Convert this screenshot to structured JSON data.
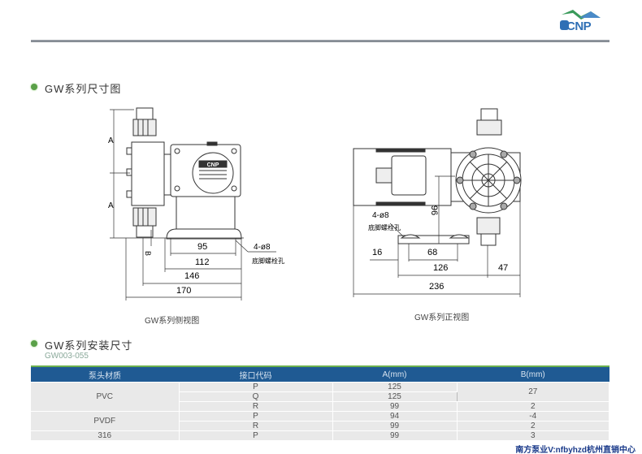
{
  "brand": {
    "logo_text": "CNP",
    "colors": {
      "green": "#5aa048",
      "blue": "#1f5a93",
      "accent": "#2f6fb5"
    }
  },
  "section1": {
    "title": "GW系列尺寸图"
  },
  "side_view": {
    "caption": "GW系列侧视图",
    "dim_a": "A",
    "dim_b": "B",
    "dim_95": "95",
    "dim_112": "112",
    "dim_146": "146",
    "dim_170": "170",
    "hole_label": "4-ø8",
    "hole_desc": "底脚螺栓孔",
    "plate_logo": "CNP"
  },
  "front_view": {
    "caption": "GW系列正视图",
    "dim_96": "96",
    "dim_16": "16",
    "dim_68": "68",
    "dim_126": "126",
    "dim_47": "47",
    "dim_236": "236",
    "hole_label": "4-ø8",
    "hole_desc": "底脚螺栓孔"
  },
  "section2": {
    "title": "GW系列安装尺寸",
    "subtitle": "GW003-055"
  },
  "table": {
    "headers": [
      "泵头材质",
      "接口代码",
      "A(mm)",
      "B(mm)"
    ],
    "rows": [
      {
        "material": "PVC",
        "code": "P",
        "a": "125",
        "b": "27"
      },
      {
        "code": "Q",
        "a": "125"
      },
      {
        "code": "R",
        "a": "99",
        "b": "2"
      },
      {
        "material": "PVDF",
        "code": "P",
        "a": "94",
        "b": "-4"
      },
      {
        "code": "R",
        "a": "99",
        "b": "2"
      },
      {
        "material": "316",
        "code": "P",
        "a": "99",
        "b": "3"
      }
    ]
  },
  "footer": {
    "text": "南方泵业V:nfbyhzd杭州直销中心"
  }
}
